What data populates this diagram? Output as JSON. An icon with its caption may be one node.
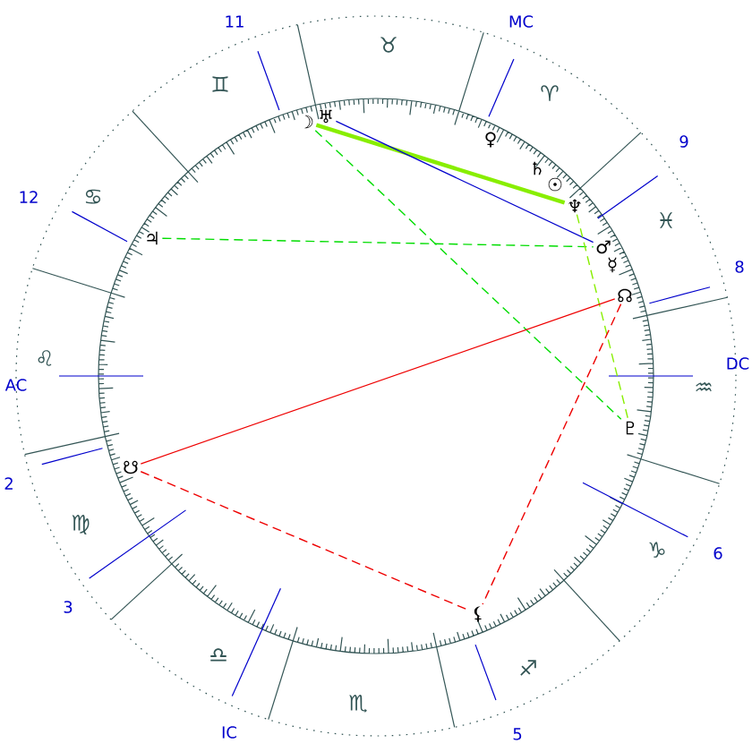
{
  "diagram": {
    "nodes": [
      {
        "text": [
          "♅"
        ]
      },
      {
        "text": [
          "☽"
        ]
      },
      {
        "text": [
          "♀"
        ]
      },
      {
        "text": [
          "♄"
        ]
      },
      {
        "text": [
          "☉"
        ]
      },
      {
        "text": [
          "♆"
        ]
      },
      {
        "text": [
          "♃"
        ]
      },
      {
        "text": [
          "♂"
        ]
      },
      {
        "text": [
          "☿"
        ]
      },
      {
        "text": [
          "☊"
        ]
      },
      {
        "text": [
          "♇"
        ]
      },
      {
        "text": [
          "☋"
        ]
      },
      {
        "text": [
          "⚸"
        ]
      }
    ],
    "edges": [
      {
        "from": 1,
        "to": 5,
        "arrow": "none",
        "style": "thick",
        "color": "#88ee00"
      },
      {
        "from": 0,
        "to": 7,
        "arrow": "none",
        "color": "#0000cc"
      },
      {
        "from": 6,
        "to": 7,
        "arrow": "none",
        "style": "dashed",
        "color": "#00dd00"
      },
      {
        "from": 1,
        "to": 10,
        "arrow": "none",
        "style": "dashed",
        "color": "#00dd00"
      },
      {
        "from": 5,
        "to": 10,
        "arrow": "none",
        "style": "dashed",
        "color": "#88ee00"
      },
      {
        "from": 11,
        "to": 9,
        "arrow": "none",
        "color": "#ee0000"
      },
      {
        "from": 11,
        "to": 12,
        "arrow": "none",
        "style": "dashed",
        "color": "#ee0000"
      },
      {
        "from": 9,
        "to": 12,
        "arrow": "none",
        "style": "dashed",
        "color": "#ee0000"
      }
    ],
    "labels": [
      "MC",
      "11",
      "♉",
      "♊",
      "♈",
      "9",
      "♋",
      "12",
      "♓",
      "8",
      "♌",
      "AC",
      "DC",
      "♒",
      "♍",
      "2",
      "6",
      "♑",
      "3",
      "♎",
      "♐",
      "♏",
      "IC",
      "5"
    ]
  }
}
